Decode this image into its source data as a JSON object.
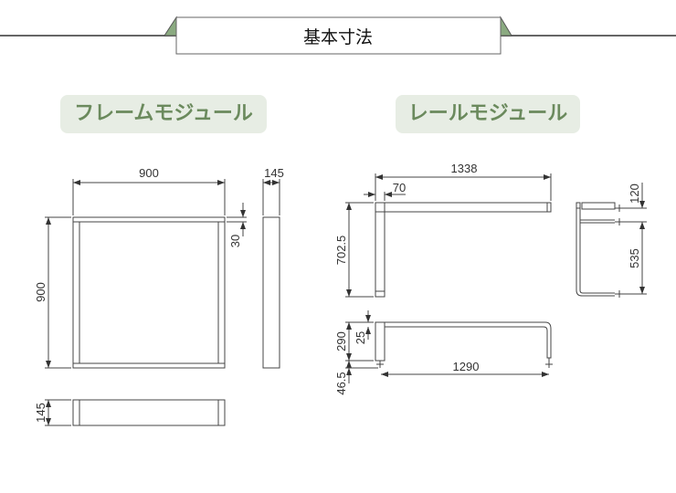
{
  "title": "基本寸法",
  "frame_module": {
    "label": "フレームモジュール",
    "width": "900",
    "height": "900",
    "depth_side": "145",
    "top_bar": "30",
    "depth_bottom": "145"
  },
  "rail_module": {
    "label": "レールモジュール",
    "length": "1338",
    "post_width": "70",
    "height": "702.5",
    "top_gap": "120",
    "side_span": "535",
    "front_height": "290",
    "top_thickness": "25",
    "foot": "46.5",
    "leg_span": "1290"
  },
  "colors": {
    "accent": "#8aaa80",
    "pill_bg": "#e7ede4",
    "pill_text": "#6b8a5d"
  }
}
